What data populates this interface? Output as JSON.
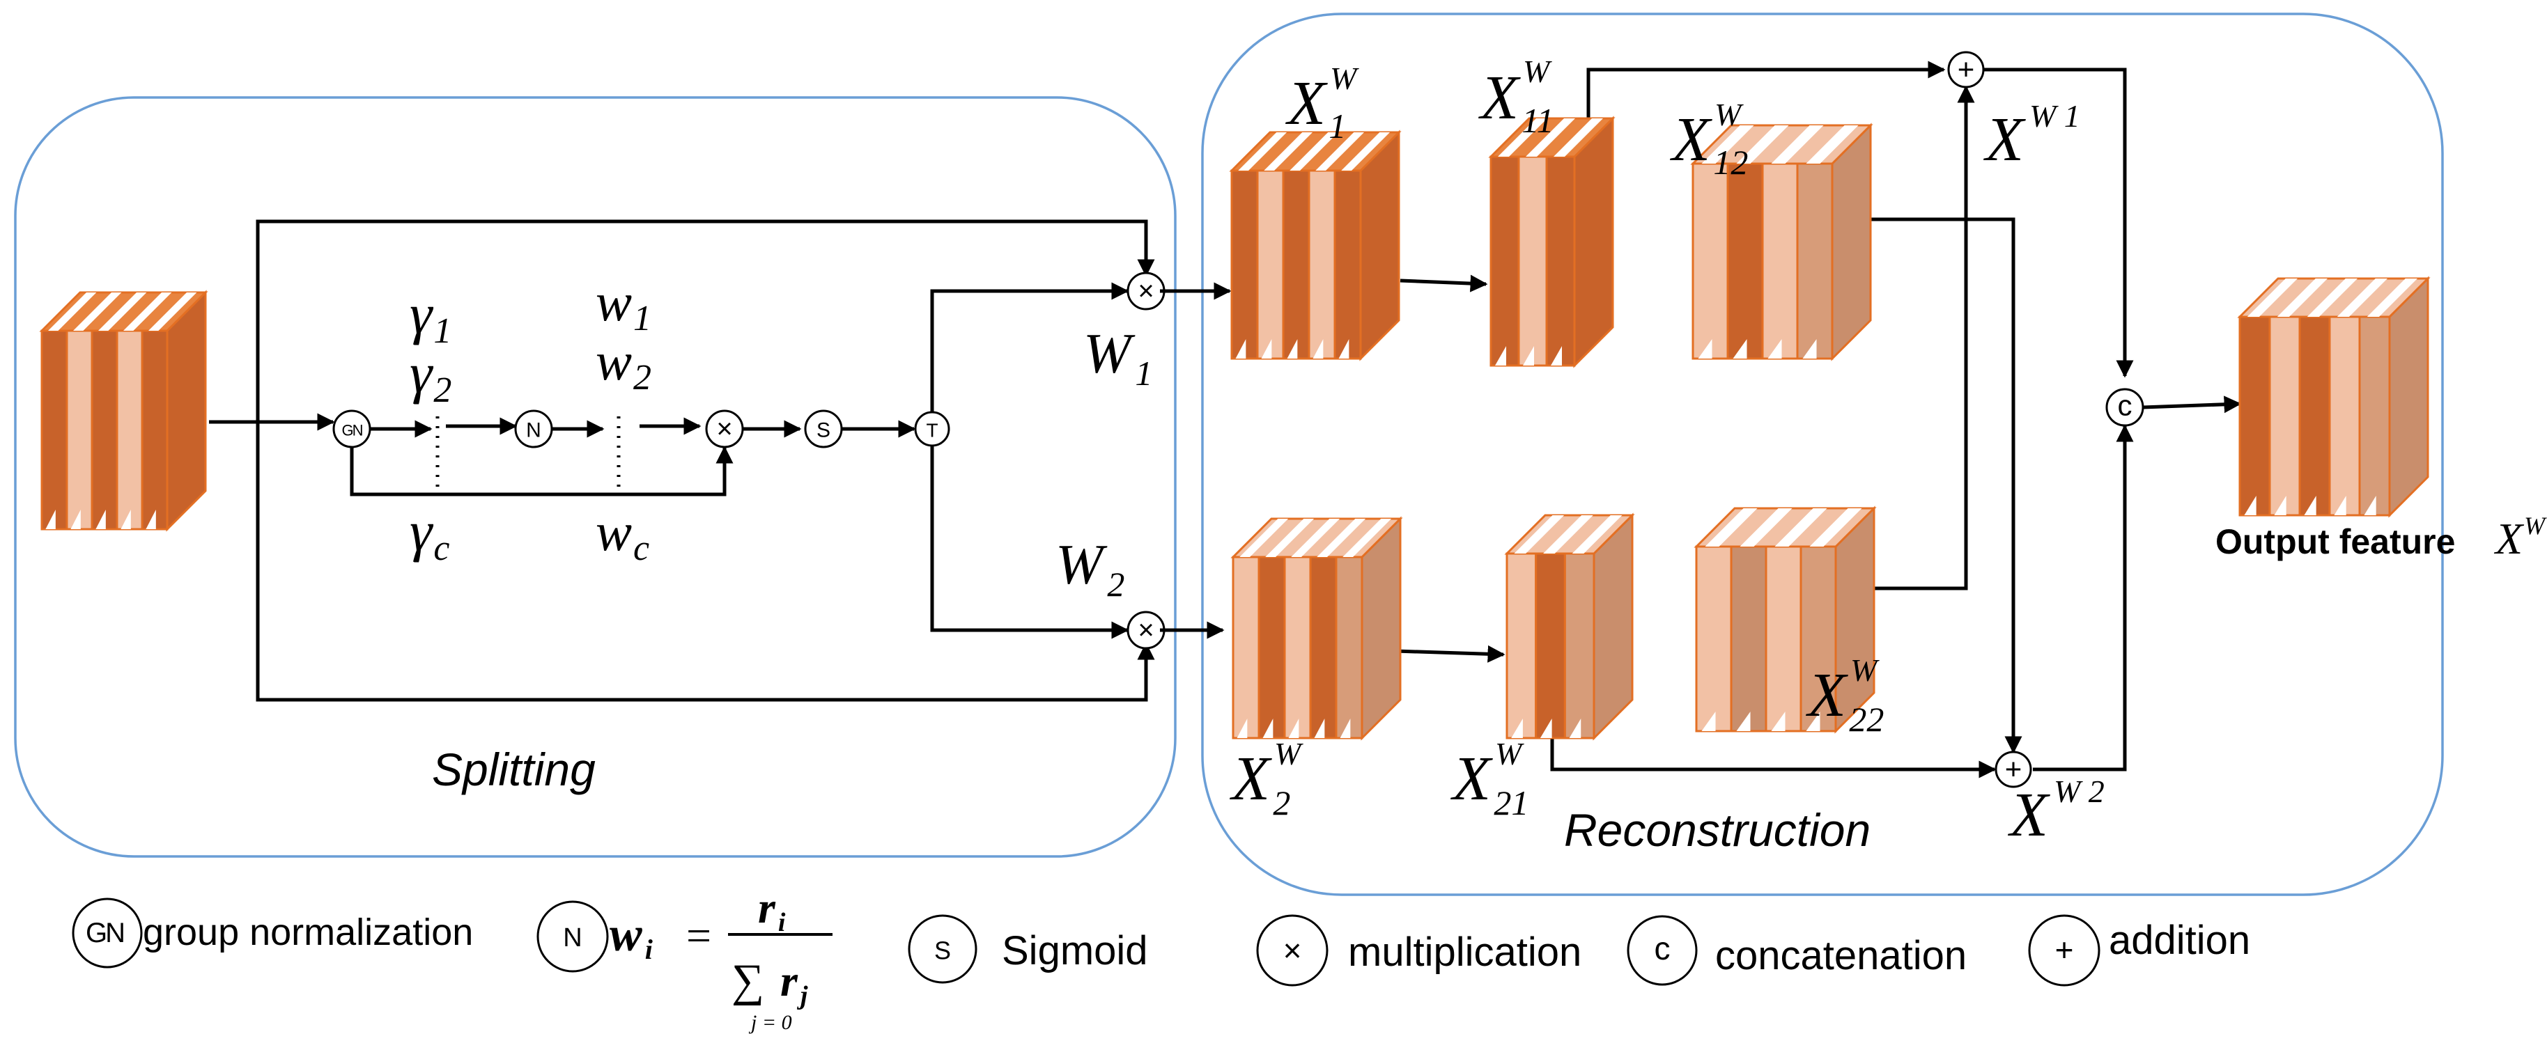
{
  "panels": {
    "splitting_label": "Splitting",
    "reconstruction_label": "Reconstruction",
    "output_label": "Output feature"
  },
  "symbols": {
    "gn": "GN",
    "n": "N",
    "s": "S",
    "t": "T",
    "c": "c",
    "times": "×",
    "plus": "+"
  },
  "math": {
    "gamma": "γ",
    "w_lower": "w",
    "W_upper": "W",
    "X_upper": "X",
    "sub_1": "1",
    "sub_2": "2",
    "sub_c": "c",
    "sub_11": "11",
    "sub_12": "12",
    "sub_21": "21",
    "sub_22": "22",
    "sup_W": "W",
    "sup_W1": "W 1",
    "sup_W2": "W 2"
  },
  "legend": {
    "gn_text": "group normalization",
    "n_formula": {
      "lhs_var": "w",
      "lhs_sub": "i",
      "equals": "=",
      "num_var": "r",
      "num_sub": "i",
      "sum": "∑",
      "den_var": "r",
      "den_sub": "j",
      "sum_index": "j = 0"
    },
    "s_text": "Sigmoid",
    "x_text": "multiplication",
    "c_text": "concatenation",
    "plus_text": "addition"
  },
  "colors": {
    "box_border": "#6a9ed6",
    "orange_dark": "#c8622a",
    "orange_face": "#e8843f",
    "orange_light": "#f2c1a5",
    "tan_dark": "#c98e6c",
    "tan_face": "#d79c79"
  }
}
